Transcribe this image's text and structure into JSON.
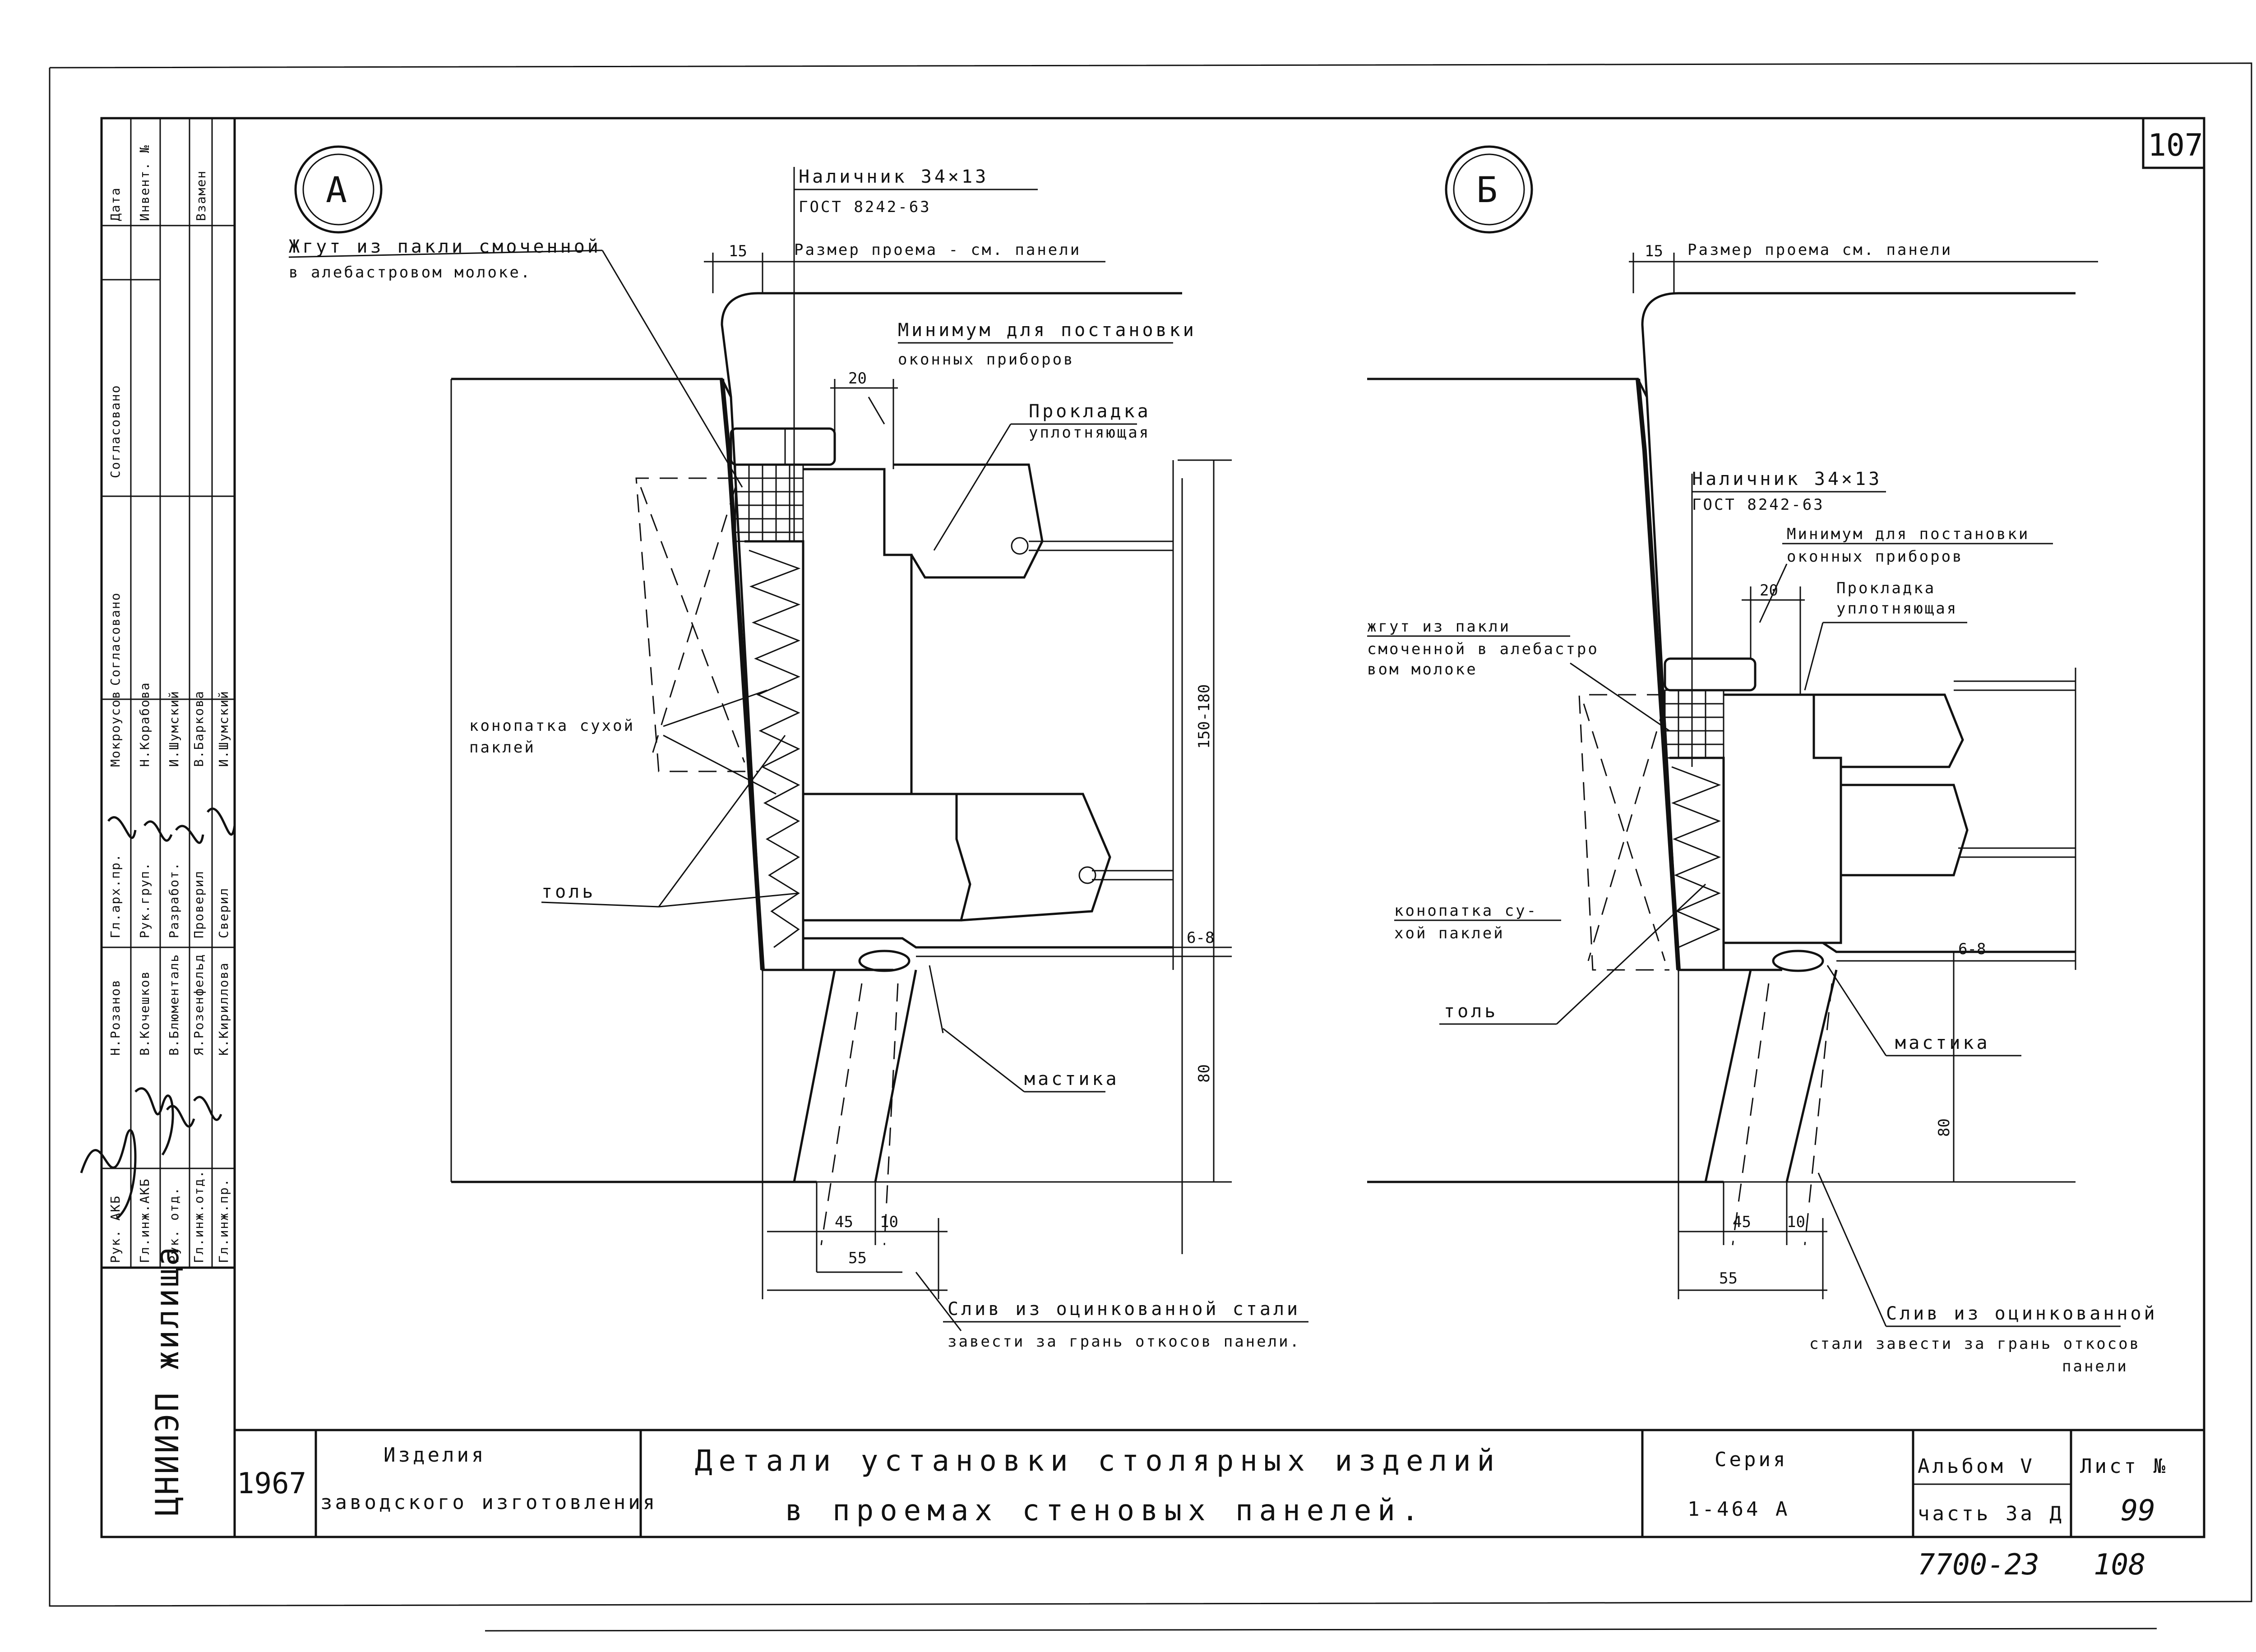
{
  "sheet": {
    "corner_number": "107",
    "handwritten_code": "7700-23",
    "handwritten_page": "108"
  },
  "detail_a": {
    "marker": "А",
    "labels": {
      "casing_1": "Наличник 34×13",
      "casing_2": "ГОСТ 8242-63",
      "tow_1": "Жгут из пакли смоченной",
      "tow_2": "в алебастровом молоке.",
      "opening": "Размер проема - см. панели",
      "min_1": "Минимум для постановки",
      "min_2": "оконных приборов",
      "gasket_1": "Прокладка",
      "gasket_2": "уплотняющая",
      "caulk_1": "конопатка сухой",
      "caulk_2": "паклей",
      "tol": "толь",
      "mastic": "мастика",
      "drip_1": "Слив из оцинкованной стали",
      "drip_2": "завести за грань откосов панели."
    },
    "dims": {
      "d15": "15",
      "d20": "20",
      "d150": "150-180",
      "d68": "6-8",
      "d80": "80",
      "d45": "45",
      "d10": "10",
      "d55": "55"
    }
  },
  "detail_b": {
    "marker": "Б",
    "labels": {
      "opening": "Размер проема см. панели",
      "casing_1": "Наличник 34×13",
      "casing_2": "ГОСТ 8242-63",
      "min_1": "Минимум для постановки",
      "min_2": "оконных приборов",
      "gasket_1": "Прокладка",
      "gasket_2": "уплотняющая",
      "tow_1": "жгут из пакли",
      "tow_2": "смоченной в алебастро",
      "tow_3": "вом молоке",
      "caulk_1": "конопатка су-",
      "caulk_2": "хой паклей",
      "tol": "толь",
      "mastic": "мастика",
      "drip_1": "Слив из оцинкованной",
      "drip_2": "стали завести за грань откосов",
      "drip_3": "панели"
    },
    "dims": {
      "d15": "15",
      "d20": "20",
      "d68": "6-8",
      "d80": "80",
      "d45": "45",
      "d10": "10",
      "d55": "55"
    }
  },
  "title_block": {
    "org": "ЦНИИЭП жилища",
    "year": "1967",
    "product_1": "Изделия",
    "product_2": "заводского изготовления",
    "title_1": "Детали установки столярных изделий",
    "title_2": "в проемах стеновых панелей.",
    "series_label": "Серия",
    "series_value": "1-464 А",
    "album": "Альбом V",
    "part": "часть 3а Д",
    "sheet_label": "Лист №",
    "sheet_value": "99"
  },
  "signatures": {
    "approval_1": "Согласовано",
    "approval_2": "Согласовано",
    "date": "Дата",
    "inventory": "Инвент. №",
    "replacement": "Взамен",
    "roles": [
      "Рук. АКБ",
      "Гл.инж.АКБ",
      "Рук. отд.",
      "Гл.инж.отд.",
      "Гл.инж.пр."
    ],
    "names": [
      "Н.Розанов",
      "В.Кочешков",
      "В.Блюменталь",
      "Я.Розенфельд",
      "К.Кириллова"
    ],
    "roles_2": [
      "Гл.арх.пр.",
      "Рук.груп.",
      "Разработ.",
      "Проверил",
      "Сверил"
    ],
    "names_2": [
      "Мокроусов",
      "Н.Корабова",
      "И.Шумский",
      "В.Баркова",
      "И.Шумский"
    ]
  }
}
